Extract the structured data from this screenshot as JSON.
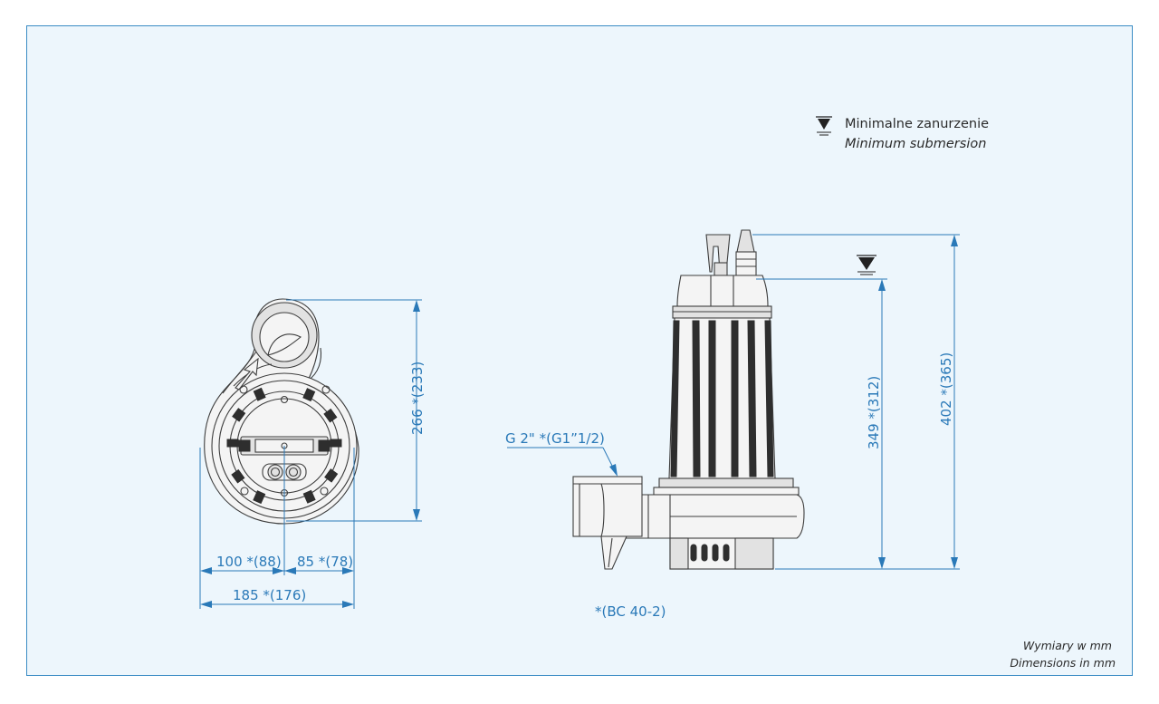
{
  "legend": {
    "symbol_icon": "water-level-triangle-icon",
    "line1": "Minimalne zanurzenie",
    "line2": "Minimum submersion"
  },
  "top_view": {
    "height_dim": "266 *(233)",
    "left_dim": "100 *(88)",
    "right_dim": "85 *(78)",
    "width_dim": "185 *(176)"
  },
  "side_view": {
    "outlet_label": "G 2\"  *(G1”1/2)",
    "submersion_dim": "349  *(312)",
    "height_dim": "402  *(365)"
  },
  "variant_note": "*(BC 40-2)",
  "units_note": {
    "line1": "Wymiary w mm",
    "line2": "Dimensions in mm"
  },
  "colors": {
    "dimension": "#2a79b8",
    "frame_border": "#3a8cc4",
    "background": "#edf6fc",
    "outline": "#3d3d3d"
  }
}
